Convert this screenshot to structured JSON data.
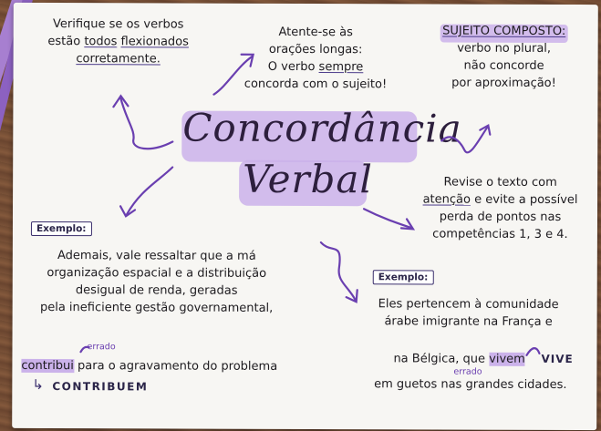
{
  "title": {
    "line1": "Concordância",
    "line2": "Verbal"
  },
  "top_left": {
    "text1": "Verifique se os verbos",
    "text2a": "estão ",
    "text2b": "todos",
    "text2c": " ",
    "text2d": "flexionados",
    "text3": "corretamente."
  },
  "top_center": {
    "text1": "Atente-se às",
    "text2": "orações longas:",
    "text3a": "O verbo ",
    "text3b": "sempre",
    "text4": "concorda com o sujeito!"
  },
  "top_right": {
    "label": "SUJEITO COMPOSTO:",
    "text1": "verbo no plural,",
    "text2": "não concorde",
    "text3": "por aproximação!"
  },
  "middle_right": {
    "text1": "Revise o texto com",
    "text2a": "atenção",
    "text2b": " e evite a possível",
    "text3": "perda de pontos nas",
    "text4": "competências 1, 3 e 4."
  },
  "example_left": {
    "label": "Exemplo:",
    "line1": "Ademais, vale ressaltar que a má",
    "line2": "organização espacial e a distribuição",
    "line3": "desigual de renda, geradas",
    "line4": "pela ineficiente gestão governamental,",
    "line5a": "contribui",
    "line5b": " para o agravamento do problema",
    "error_note": "errado",
    "correction": "CONTRIBUEM"
  },
  "example_right": {
    "label": "Exemplo:",
    "line1": "Eles pertencem à comunidade",
    "line2": "árabe imigrante na França e",
    "line3a": "na Bélgica, que ",
    "line3b": "vivem",
    "error_note": "errado",
    "correction": "VIVE",
    "line4": "em guetos nas grandes cidades."
  },
  "colors": {
    "accent": "#6a3fb0",
    "highlight": "#cbb2ea",
    "ink": "#1d1b1f"
  }
}
